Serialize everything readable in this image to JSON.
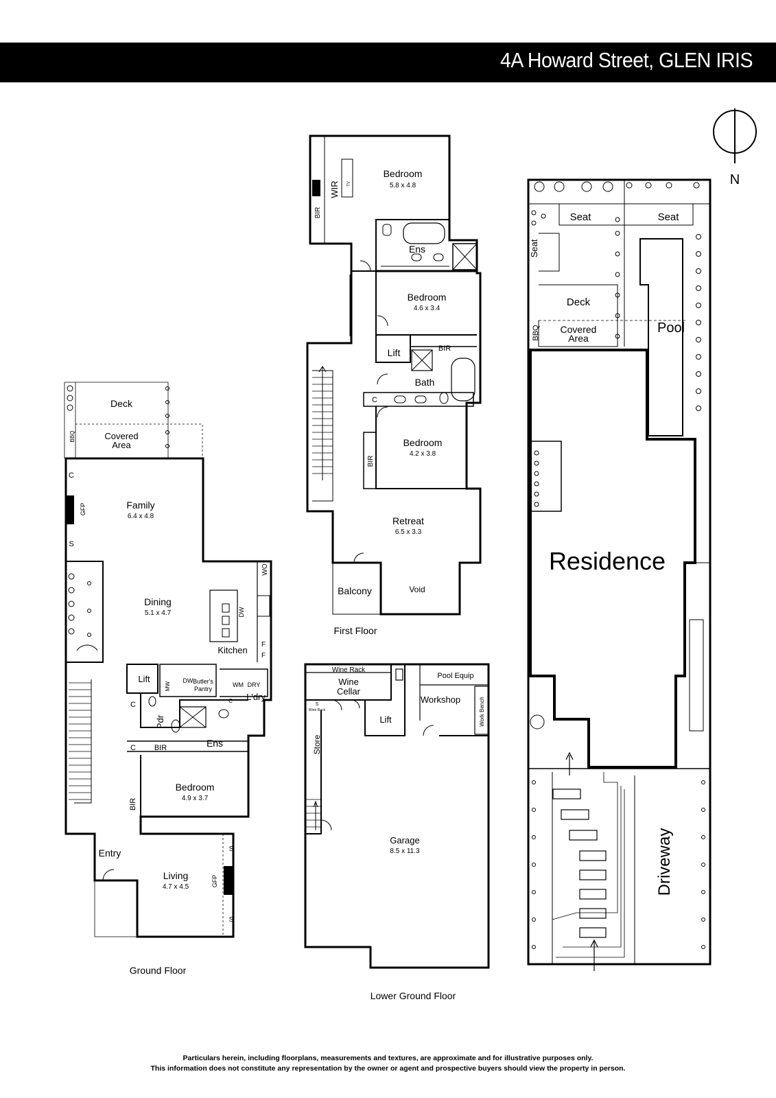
{
  "header": {
    "title": "4A Howard Street, GLEN IRIS"
  },
  "compass": {
    "label": "N"
  },
  "floors": {
    "first": {
      "caption": "First Floor",
      "rooms": {
        "bedroom1": "Bedroom",
        "bedroom1_dim": "5.8 x 4.8",
        "wir": "WIR",
        "bir1": "BIR",
        "tv": "TV",
        "ens": "Ens",
        "bedroom2": "Bedroom",
        "bedroom2_dim": "4.6 x 3.4",
        "lift": "Lift",
        "bir2": "BIR",
        "bath": "Bath",
        "c": "C",
        "bedroom3": "Bedroom",
        "bedroom3_dim": "4.2 x 3.8",
        "bir3": "BIR",
        "retreat": "Retreat",
        "retreat_dim": "6.5 x 3.3",
        "balcony": "Balcony",
        "void": "Void"
      }
    },
    "ground": {
      "caption": "Ground Floor",
      "rooms": {
        "deck": "Deck",
        "bbq": "BBQ",
        "covered": "Covered",
        "area": "Area",
        "c1": "C",
        "gfp1": "GFP",
        "s1": "S",
        "family": "Family",
        "family_dim": "6.4 x 4.8",
        "wo": "WO",
        "dining": "Dining",
        "dining_dim": "5.1 x 4.7",
        "dw1": "DW",
        "f1": "F",
        "f2": "F",
        "kitchen": "Kitchen",
        "lift": "Lift",
        "mw": "MW",
        "dw2": "DW",
        "butlers": "Butler's",
        "pantry": "Pantry",
        "wm": "WM",
        "dry": "DRY",
        "ldry": "L'dry",
        "c2": "C",
        "c3": "C",
        "pdr": "Pdr",
        "ens": "Ens",
        "c4": "C",
        "bir": "BIR",
        "bir2": "BIR",
        "bedroom": "Bedroom",
        "bedroom_dim": "4.9 x 3.7",
        "entry": "Entry",
        "living": "Living",
        "living_dim": "4.7 x 4.5",
        "gfp2": "GFP",
        "s2": "S",
        "s3": "S"
      }
    },
    "lower": {
      "caption": "Lower Ground Floor",
      "rooms": {
        "wine_rack": "Wine Rack",
        "wine": "Wine",
        "cellar": "Cellar",
        "s": "S",
        "wine_rack_small": "Wine Rack",
        "pool_equip": "Pool Equip",
        "workshop": "Workshop",
        "work_bench": "Work Bench",
        "lift": "Lift",
        "store": "Store",
        "garage": "Garage",
        "garage_dim": "8.5 x 11.3"
      }
    },
    "site": {
      "rooms": {
        "seat1": "Seat",
        "seat2": "Seat",
        "seat3": "Seat",
        "deck": "Deck",
        "covered": "Covered",
        "area": "Area",
        "bbq": "BBQ",
        "pool": "Pool",
        "residence": "Residence",
        "driveway": "Driveway"
      }
    }
  },
  "footer": {
    "line1": "Particulars herein, including floorplans, measurements and textures, are approximate and for illustrative purposes only.",
    "line2": "This information does not constitute any representation by the owner or agent and prospective buyers should view the property in person."
  }
}
